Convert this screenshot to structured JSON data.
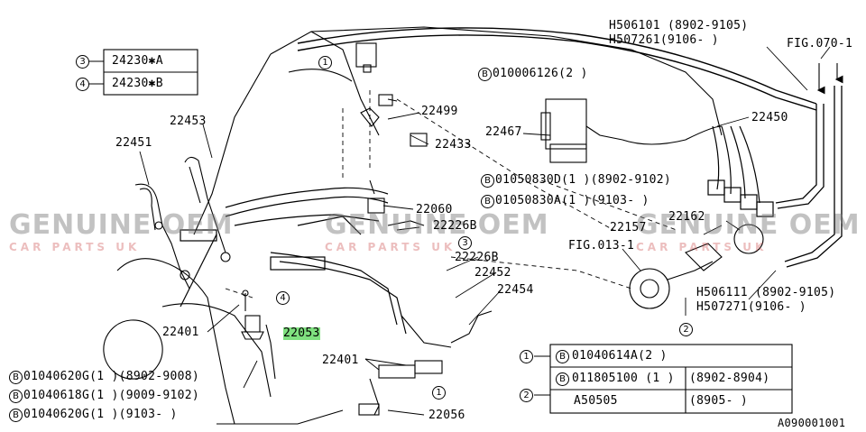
{
  "references": [
    {
      "num": "3",
      "code": "24230✱A"
    },
    {
      "num": "4",
      "code": "24230✱B"
    }
  ],
  "parts": {
    "p22453": "22453",
    "p22451": "22451",
    "p22499": "22499",
    "p22433": "22433",
    "p22467": "22467",
    "p22450": "22450",
    "p22060": "22060",
    "p22226B_1": "22226B",
    "p22226B_2": "22226B",
    "p22157": "22157",
    "p22162": "22162",
    "p22452": "22452",
    "p22454": "22454",
    "p22401_1": "22401",
    "p22401_2": "22401",
    "p22053": "22053",
    "p22056": "22056"
  },
  "hoses": {
    "h1": "H506101 (8902-9105)",
    "h2": "H507261(9106-      )",
    "h3": "H506111 (8902-9105)",
    "h4": "H507271(9106-      )"
  },
  "fig_refs": {
    "fig070": "FIG.070-1",
    "fig013": "FIG.013-1"
  },
  "bolts": {
    "b_coil": {
      "prefix": "B",
      "code": "010006126(2  )"
    },
    "b_d": {
      "prefix": "B",
      "code": "01050830D(1  )(8902-9102)"
    },
    "b_a": {
      "prefix": "B",
      "code": "01050830A(1  )(9103-     )"
    },
    "left1": {
      "prefix": "B",
      "code": "01040620G(1  )(8902-9008)"
    },
    "left2": {
      "prefix": "B",
      "code": "01040618G(1  )(9009-9102)"
    },
    "left3": {
      "prefix": "B",
      "code": "01040620G(1  )(9103-     )"
    }
  },
  "callouts": {
    "c1": "1",
    "c2": "2",
    "c3": "3",
    "c4": "4"
  },
  "table": {
    "row1": {
      "num": "1",
      "prefix": "B",
      "code": "01040614A(2  )"
    },
    "row2": {
      "num": "2",
      "prefix": "B",
      "code": "011805100 (1  )",
      "range1": "(8902-8904)",
      "sub": "A50505",
      "range2": "(8905-      )"
    }
  },
  "watermark": {
    "line1": "GENUINE OEM",
    "line2": "CAR PARTS UK"
  },
  "diagram_id": "A090001001"
}
